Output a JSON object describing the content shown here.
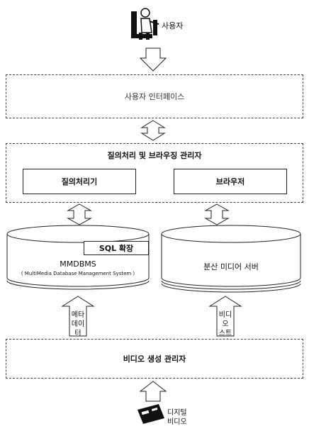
{
  "diagram": {
    "user_label": "사용자",
    "user_interface": "사용자 인터페이스",
    "query_browse_manager": "질의처리 및 브라우징 관리자",
    "query_processor": "질의처리기",
    "browser": "브라우저",
    "mmdbms_title": "MMDBMS",
    "mmdbms_subtitle": "( MultiMedia Database Management System )",
    "sql_extension": "SQL 확장",
    "media_server": "분산 미디어 서버",
    "metadata_line1": "메타",
    "metadata_line2": "데이터",
    "video_stream_line1": "비디오",
    "video_stream_line2": "스트림",
    "video_gen_manager": "비디오 생성 관리자",
    "digital_video_line1": "디지털",
    "digital_video_line2": "비디오"
  }
}
